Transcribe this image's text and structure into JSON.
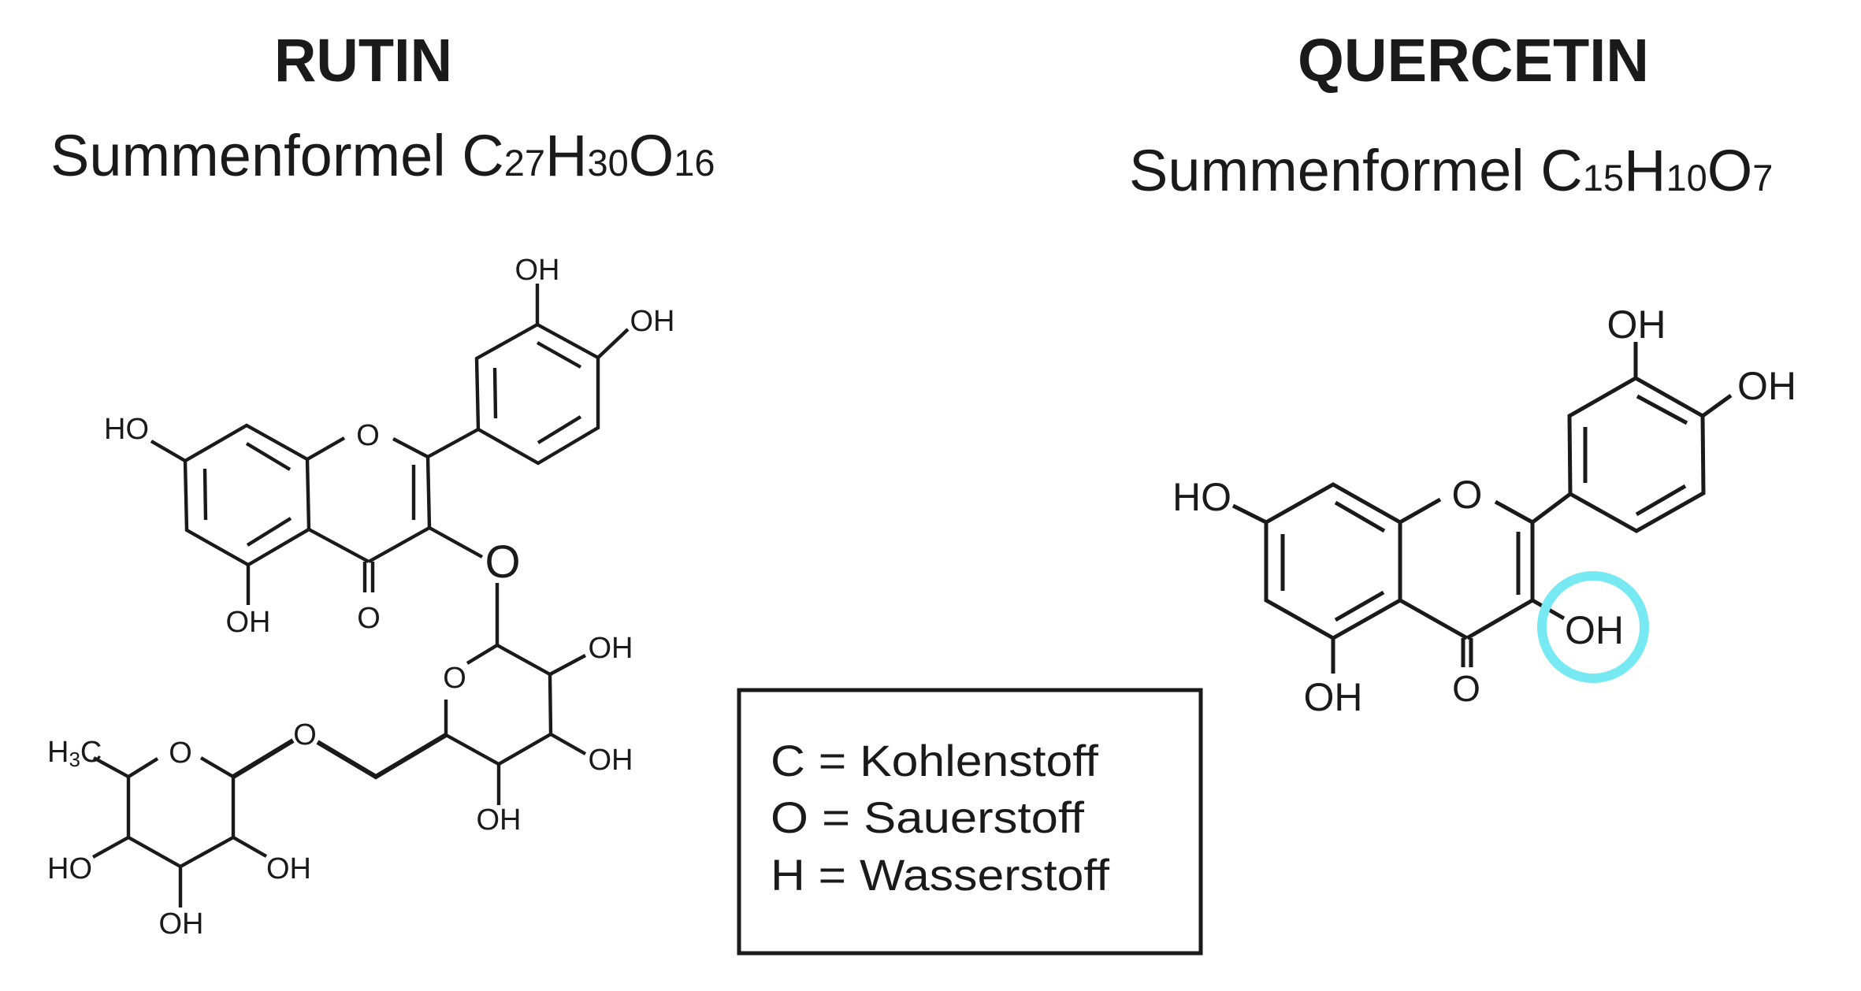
{
  "rutin": {
    "title": "RUTIN",
    "formula": {
      "prefix": "Summenformel ",
      "parts": [
        {
          "el": "C",
          "n": "27"
        },
        {
          "el": "H",
          "n": "30"
        },
        {
          "el": "O",
          "n": "16"
        }
      ]
    },
    "atoms": {
      "ho7": "HO",
      "oh5": "OH",
      "o_carbonyl": "O",
      "o_ring": "O",
      "oh3p": "OH",
      "oh4p": "OH",
      "o_glycosidic": "O",
      "glc_o_ring": "O",
      "glc_oh2": "OH",
      "glc_oh3": "OH",
      "glc_oh4": "OH",
      "o_bridge": "O",
      "rha_o_ring": "O",
      "rha_ch3_h": "H",
      "rha_ch3_sub": "3",
      "rha_ch3_c": "C",
      "rha_ho4": "HO",
      "rha_oh2": "OH",
      "rha_oh3": "OH"
    }
  },
  "quercetin": {
    "title": "QUERCETIN",
    "formula": {
      "prefix": "Summenformel ",
      "parts": [
        {
          "el": "C",
          "n": "15"
        },
        {
          "el": "H",
          "n": "10"
        },
        {
          "el": "O",
          "n": "7"
        }
      ]
    },
    "atoms": {
      "ho7": "HO",
      "o_ring": "O",
      "o_carbonyl": "O",
      "oh5": "OH",
      "oh3": "OH",
      "oh3p": "OH",
      "oh4p": "OH"
    },
    "highlight": {
      "target": "3-OH",
      "color": "#76E9F2"
    }
  },
  "legend": {
    "items": [
      {
        "symbol": "C",
        "name": "Kohlenstoff",
        "text": "C = Kohlenstoff"
      },
      {
        "symbol": "O",
        "name": "Sauerstoff",
        "text": "O = Sauerstoff"
      },
      {
        "symbol": "H",
        "name": "Wasserstoff",
        "text": "H = Wasserstoff"
      }
    ]
  }
}
